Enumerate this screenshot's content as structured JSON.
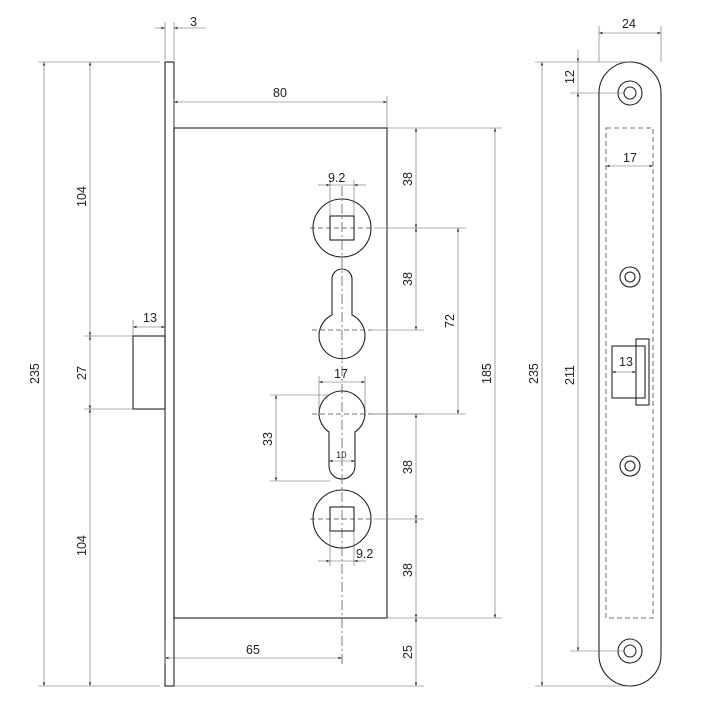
{
  "dimensions": {
    "backset_front_thickness": "3",
    "case_width": "80",
    "plate_height_left": "235",
    "top_to_latch": "104",
    "latch_height": "27",
    "latch_to_bottom": "104",
    "latch_projection": "13",
    "spindle_square_top": "9.2",
    "spindle_square_bottom": "9.2",
    "top_spindle_to_cylinder": "38",
    "cylinder_to_spindle_upper": "38",
    "spindle_to_cylinder_center": "72",
    "case_height": "185",
    "cylinder_profile_width": "17",
    "cylinder_profile_height": "33",
    "cylinder_lower_width": "10",
    "cylinder_to_bottom_spindle": "38",
    "bottom_spindle_to_case_bottom": "38",
    "case_bottom_to_plate_bottom": "25",
    "backset": "65",
    "faceplate_width": "24",
    "faceplate_screw_offset": "12",
    "faceplate_cutout_width": "17",
    "faceplate_height": "235",
    "faceplate_screw_spacing": "211",
    "faceplate_latch_width": "13"
  }
}
